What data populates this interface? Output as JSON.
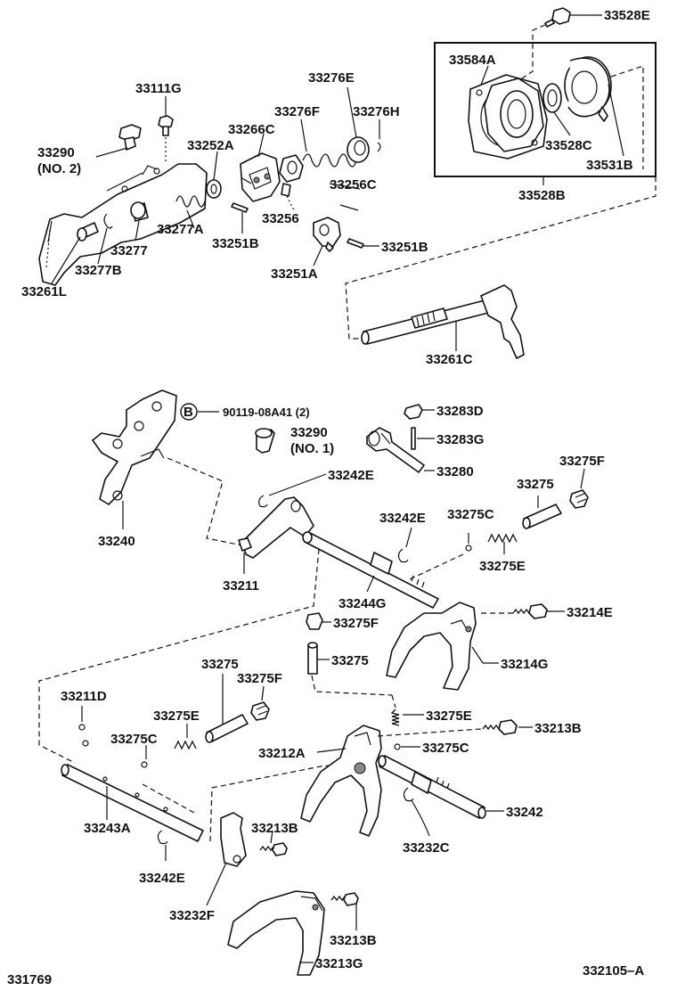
{
  "diagram": {
    "labels": {
      "l33528E": "33528E",
      "l33584A": "33584A",
      "l33528C": "33528C",
      "l33531B": "33531B",
      "l33528B": "33528B",
      "l33276E": "33276E",
      "l33111G": "33111G",
      "l33276F": "33276F",
      "l33276H": "33276H",
      "l33266C": "33266C",
      "l33290_2a": "33290",
      "l33290_2b": "(NO. 2)",
      "l33252A": "33252A",
      "l33256C": "33256C",
      "l33277A": "33277A",
      "l33256": "33256",
      "l33277": "33277",
      "l33251B_1": "33251B",
      "l33251B_2": "33251B",
      "l33277B": "33277B",
      "l33251A": "33251A",
      "l33261L": "33261L",
      "l33261C": "33261C",
      "l90119": "90119-08A41 (2)",
      "lB": "B",
      "l33283D": "33283D",
      "l33290_1a": "33290",
      "l33290_1b": "(NO. 1)",
      "l33283G": "33283G",
      "l33280": "33280",
      "l33242E_1": "33242E",
      "l33275F_1": "33275F",
      "l33275_1": "33275",
      "l33242E_2": "33242E",
      "l33275C_1": "33275C",
      "l33275E_1": "33275E",
      "l33240": "33240",
      "l33211": "33211",
      "l33244G": "33244G",
      "l33275F_2": "33275F",
      "l33214E": "33214E",
      "l33275_2": "33275",
      "l33275_3": "33275",
      "l33214G": "33214G",
      "l33275F_3": "33275F",
      "l33211D": "33211D",
      "l33275E_2": "33275E",
      "l33275E_3": "33275E",
      "l33213B_1": "33213B",
      "l33275C_2": "33275C",
      "l33212A": "33212A",
      "l33275C_3": "33275C",
      "l33242": "33242",
      "l33243A": "33243A",
      "l33213B_2": "33213B",
      "l33232C": "33232C",
      "l33242E_3": "33242E",
      "l33232F": "33232F",
      "l33213B_3": "33213B",
      "l33213G": "33213G",
      "l331769": "331769",
      "l332105A": "332105–A"
    }
  }
}
